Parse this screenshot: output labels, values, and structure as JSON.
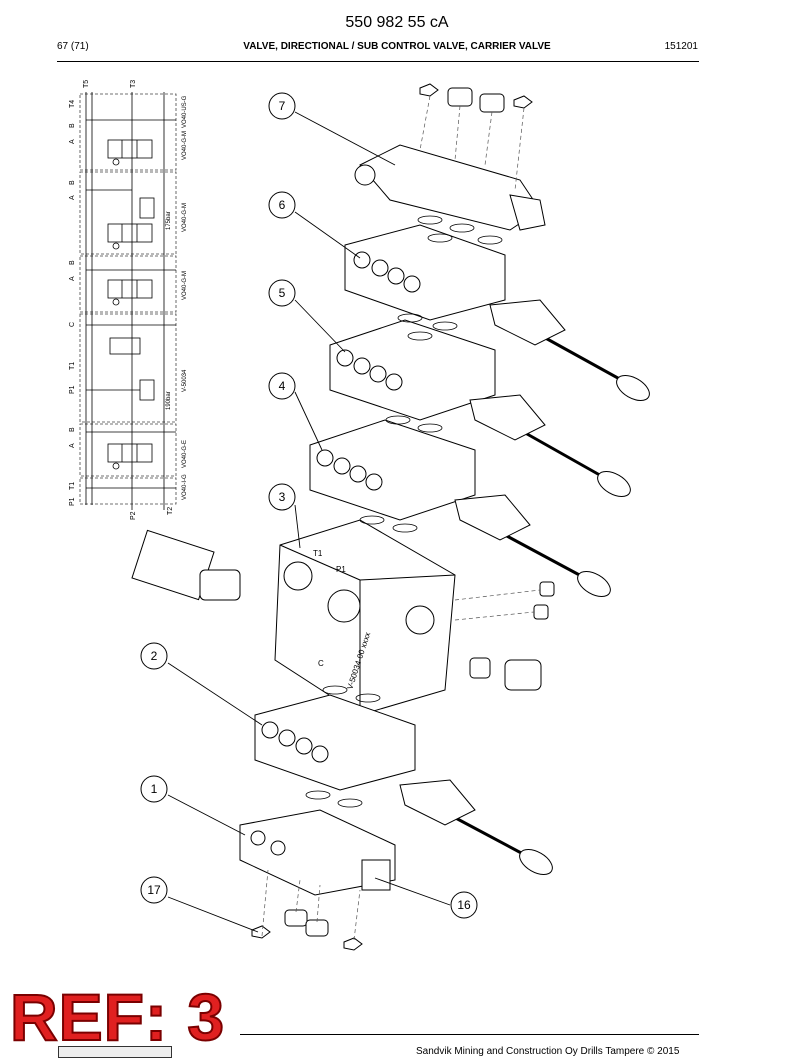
{
  "header": {
    "doc_number": "550 982 55 cA",
    "page": "67 (71)",
    "title": "VALVE, DIRECTIONAL / SUB CONTROL VALVE, CARRIER VALVE",
    "date": "151201"
  },
  "schematic": {
    "port_t5": "T5",
    "port_t3": "T3",
    "port_t4": "T4",
    "port_p2": "P2",
    "port_t2": "T2",
    "rows": [
      {
        "a": "A",
        "b": "B",
        "code": "VO40-US-G"
      },
      {
        "a": "A",
        "b": "B",
        "code": "VO40-G-M"
      },
      {
        "a": "A",
        "b": "B",
        "code": "VO40-G-M",
        "pressure": "175bar"
      },
      {
        "a": "A",
        "b": "B",
        "code": "VO40-G-M"
      },
      {
        "c": "C",
        "t1": "T1",
        "p1": "P1",
        "code": "V-50034",
        "pressure": "190bar"
      },
      {
        "a": "A",
        "b": "B",
        "code": "VO40-G-E"
      },
      {
        "p1": "P1",
        "t1": "T1",
        "code": "VO40-I-G"
      }
    ]
  },
  "callouts": [
    "7",
    "6",
    "5",
    "4",
    "3",
    "2",
    "1",
    "17",
    "16"
  ],
  "part_markings": {
    "block_code": "V-50034-00 xxxx",
    "port_t1": "T1",
    "port_p1": "P1",
    "port_c": "C"
  },
  "footer": {
    "stamp": "REF: 3",
    "copyright": "Sandvik Mining and Construction Oy Drills Tampere © 2015"
  }
}
